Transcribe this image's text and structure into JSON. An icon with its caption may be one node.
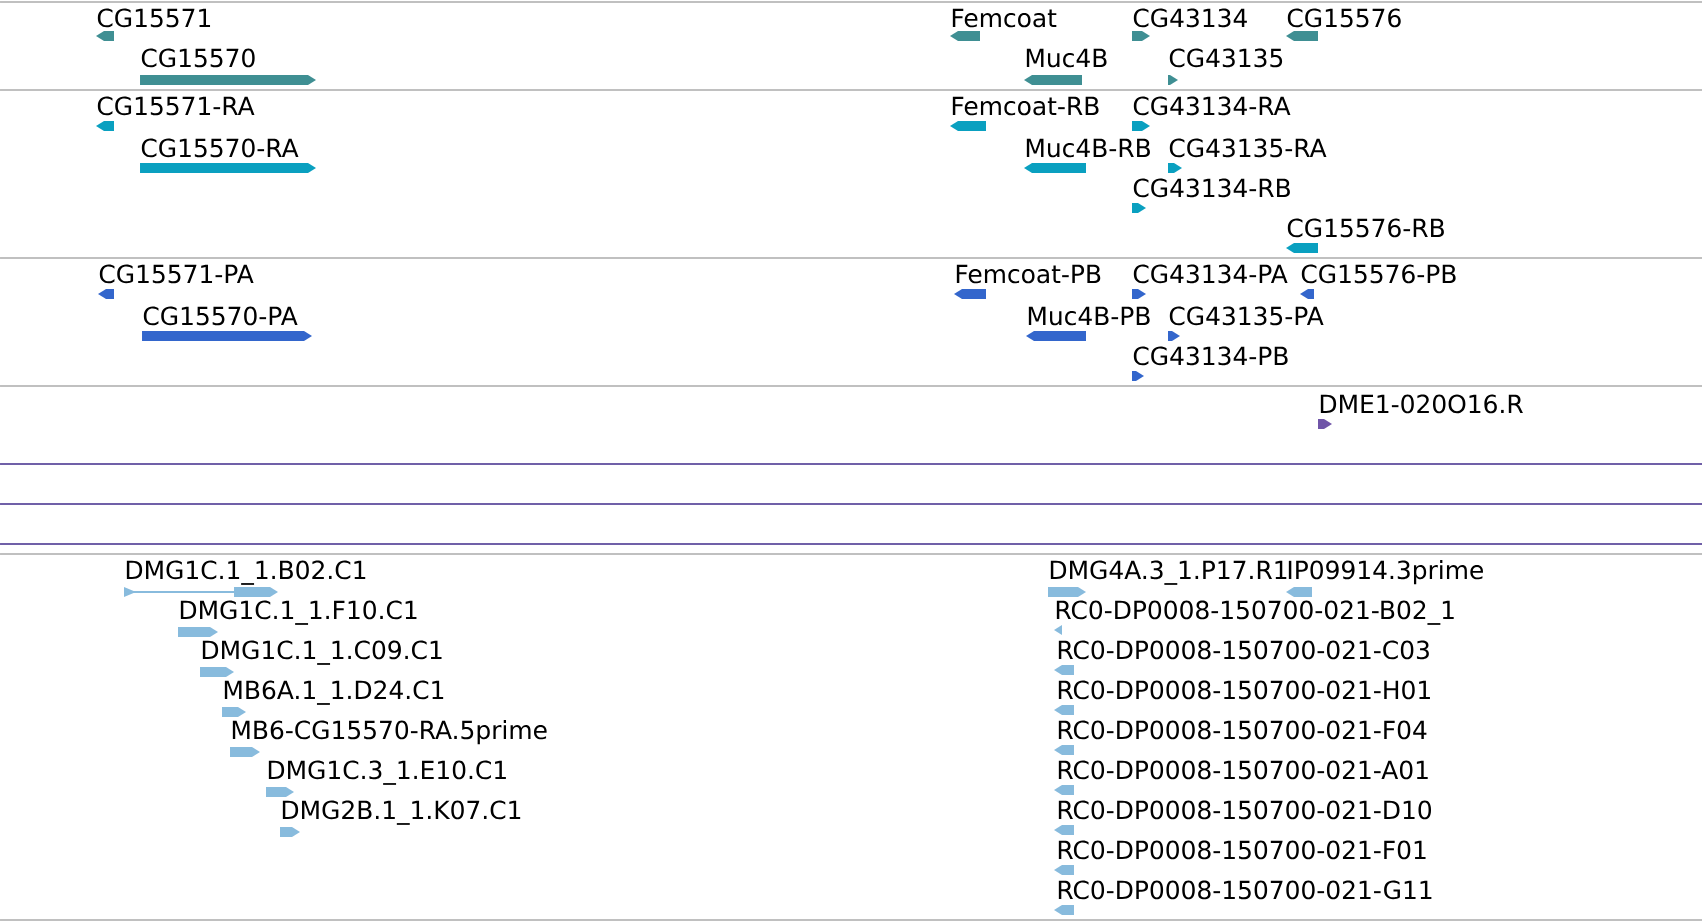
{
  "diagram": {
    "nodes": [
      {
        "text": [
          "CG15571"
        ]
      },
      {
        "text": [
          "CG15570"
        ]
      },
      {
        "text": [
          "Femcoat"
        ]
      },
      {
        "text": [
          "CG43134"
        ]
      },
      {
        "text": [
          "CG15576"
        ]
      },
      {
        "text": [
          "Muc4B"
        ]
      },
      {
        "text": [
          "CG43135"
        ]
      },
      {
        "text": [
          "CG15571-RA"
        ]
      },
      {
        "text": [
          "CG15570-RA"
        ]
      },
      {
        "text": [
          "Femcoat-RB"
        ]
      },
      {
        "text": [
          "CG43134-RA"
        ]
      },
      {
        "text": [
          "Muc4B-RB"
        ]
      },
      {
        "text": [
          "CG43135-RA"
        ]
      },
      {
        "text": [
          "CG43134-RB"
        ]
      },
      {
        "text": [
          "CG15576-RB"
        ]
      },
      {
        "text": [
          "CG15571-PA"
        ]
      },
      {
        "text": [
          "CG15570-PA"
        ]
      },
      {
        "text": [
          "Femcoat-PB"
        ]
      },
      {
        "text": [
          "CG43134-PA"
        ]
      },
      {
        "text": [
          "CG15576-PB"
        ]
      },
      {
        "text": [
          "Muc4B-PB"
        ]
      },
      {
        "text": [
          "CG43135-PA"
        ]
      },
      {
        "text": [
          "CG43134-PB"
        ]
      },
      {
        "text": [
          "DME1-020O16.R"
        ]
      },
      {
        "text": [
          "DMG1C.1_1.B02.C1"
        ]
      },
      {
        "text": [
          "DMG1C.1_1.F10.C1"
        ]
      },
      {
        "text": [
          "DMG1C.1_1.C09.C1"
        ]
      },
      {
        "text": [
          "MB6A.1_1.D24.C1"
        ]
      },
      {
        "text": [
          "MB6-CG15570-RA.5prime"
        ]
      },
      {
        "text": [
          "DMG1C.3_1.E10.C1"
        ]
      },
      {
        "text": [
          "DMG2B.1_1.K07.C1"
        ]
      },
      {
        "text": [
          "DMG4A.3_1.P17.R1"
        ]
      },
      {
        "text": [
          "IP09914.3prime"
        ]
      },
      {
        "text": [
          "RC0-DP0008-150700-021-B02_1"
        ]
      },
      {
        "text": [
          "RC0-DP0008-150700-021-C03"
        ]
      },
      {
        "text": [
          "RC0-DP0008-150700-021-H01"
        ]
      },
      {
        "text": [
          "RC0-DP0008-150700-021-F04"
        ]
      },
      {
        "text": [
          "RC0-DP0008-150700-021-A01"
        ]
      },
      {
        "text": [
          "RC0-DP0008-150700-021-D10"
        ]
      },
      {
        "text": [
          "RC0-DP0008-150700-021-F01"
        ]
      },
      {
        "text": [
          "RC0-DP0008-150700-021-G11"
        ]
      }
    ]
  }
}
